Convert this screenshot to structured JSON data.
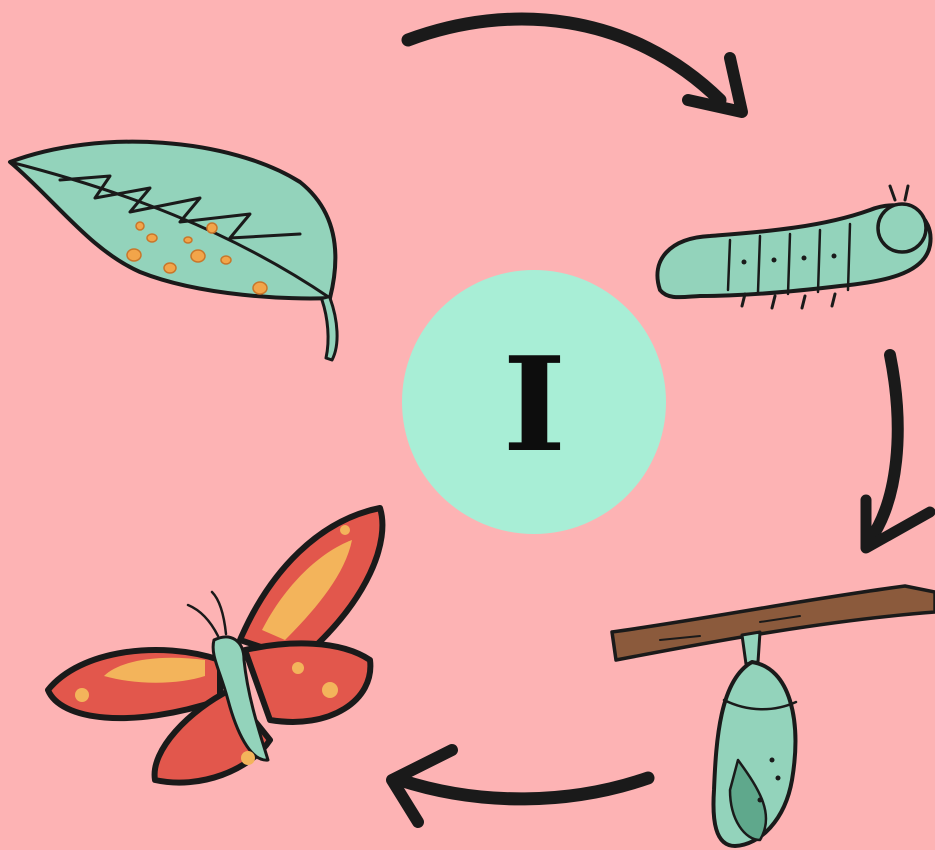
{
  "diagram": {
    "center_label": "I",
    "stages": [
      {
        "id": "egg",
        "icon": "leaf-with-eggs-icon"
      },
      {
        "id": "larva",
        "icon": "caterpillar-icon"
      },
      {
        "id": "pupa",
        "icon": "chrysalis-icon"
      },
      {
        "id": "adult",
        "icon": "butterfly-icon"
      }
    ],
    "arrows": [
      "egg-to-larva",
      "larva-to-pupa",
      "pupa-to-adult"
    ]
  },
  "colors": {
    "background": "#fdb3b4",
    "circle": "#a8eed6",
    "mint": "#93d3bb",
    "outline": "#1a1a1a",
    "egg": "#f2a54a",
    "wing": "#e2574c",
    "wing_highlight": "#f3b45b",
    "twig": "#8b5a3c"
  }
}
